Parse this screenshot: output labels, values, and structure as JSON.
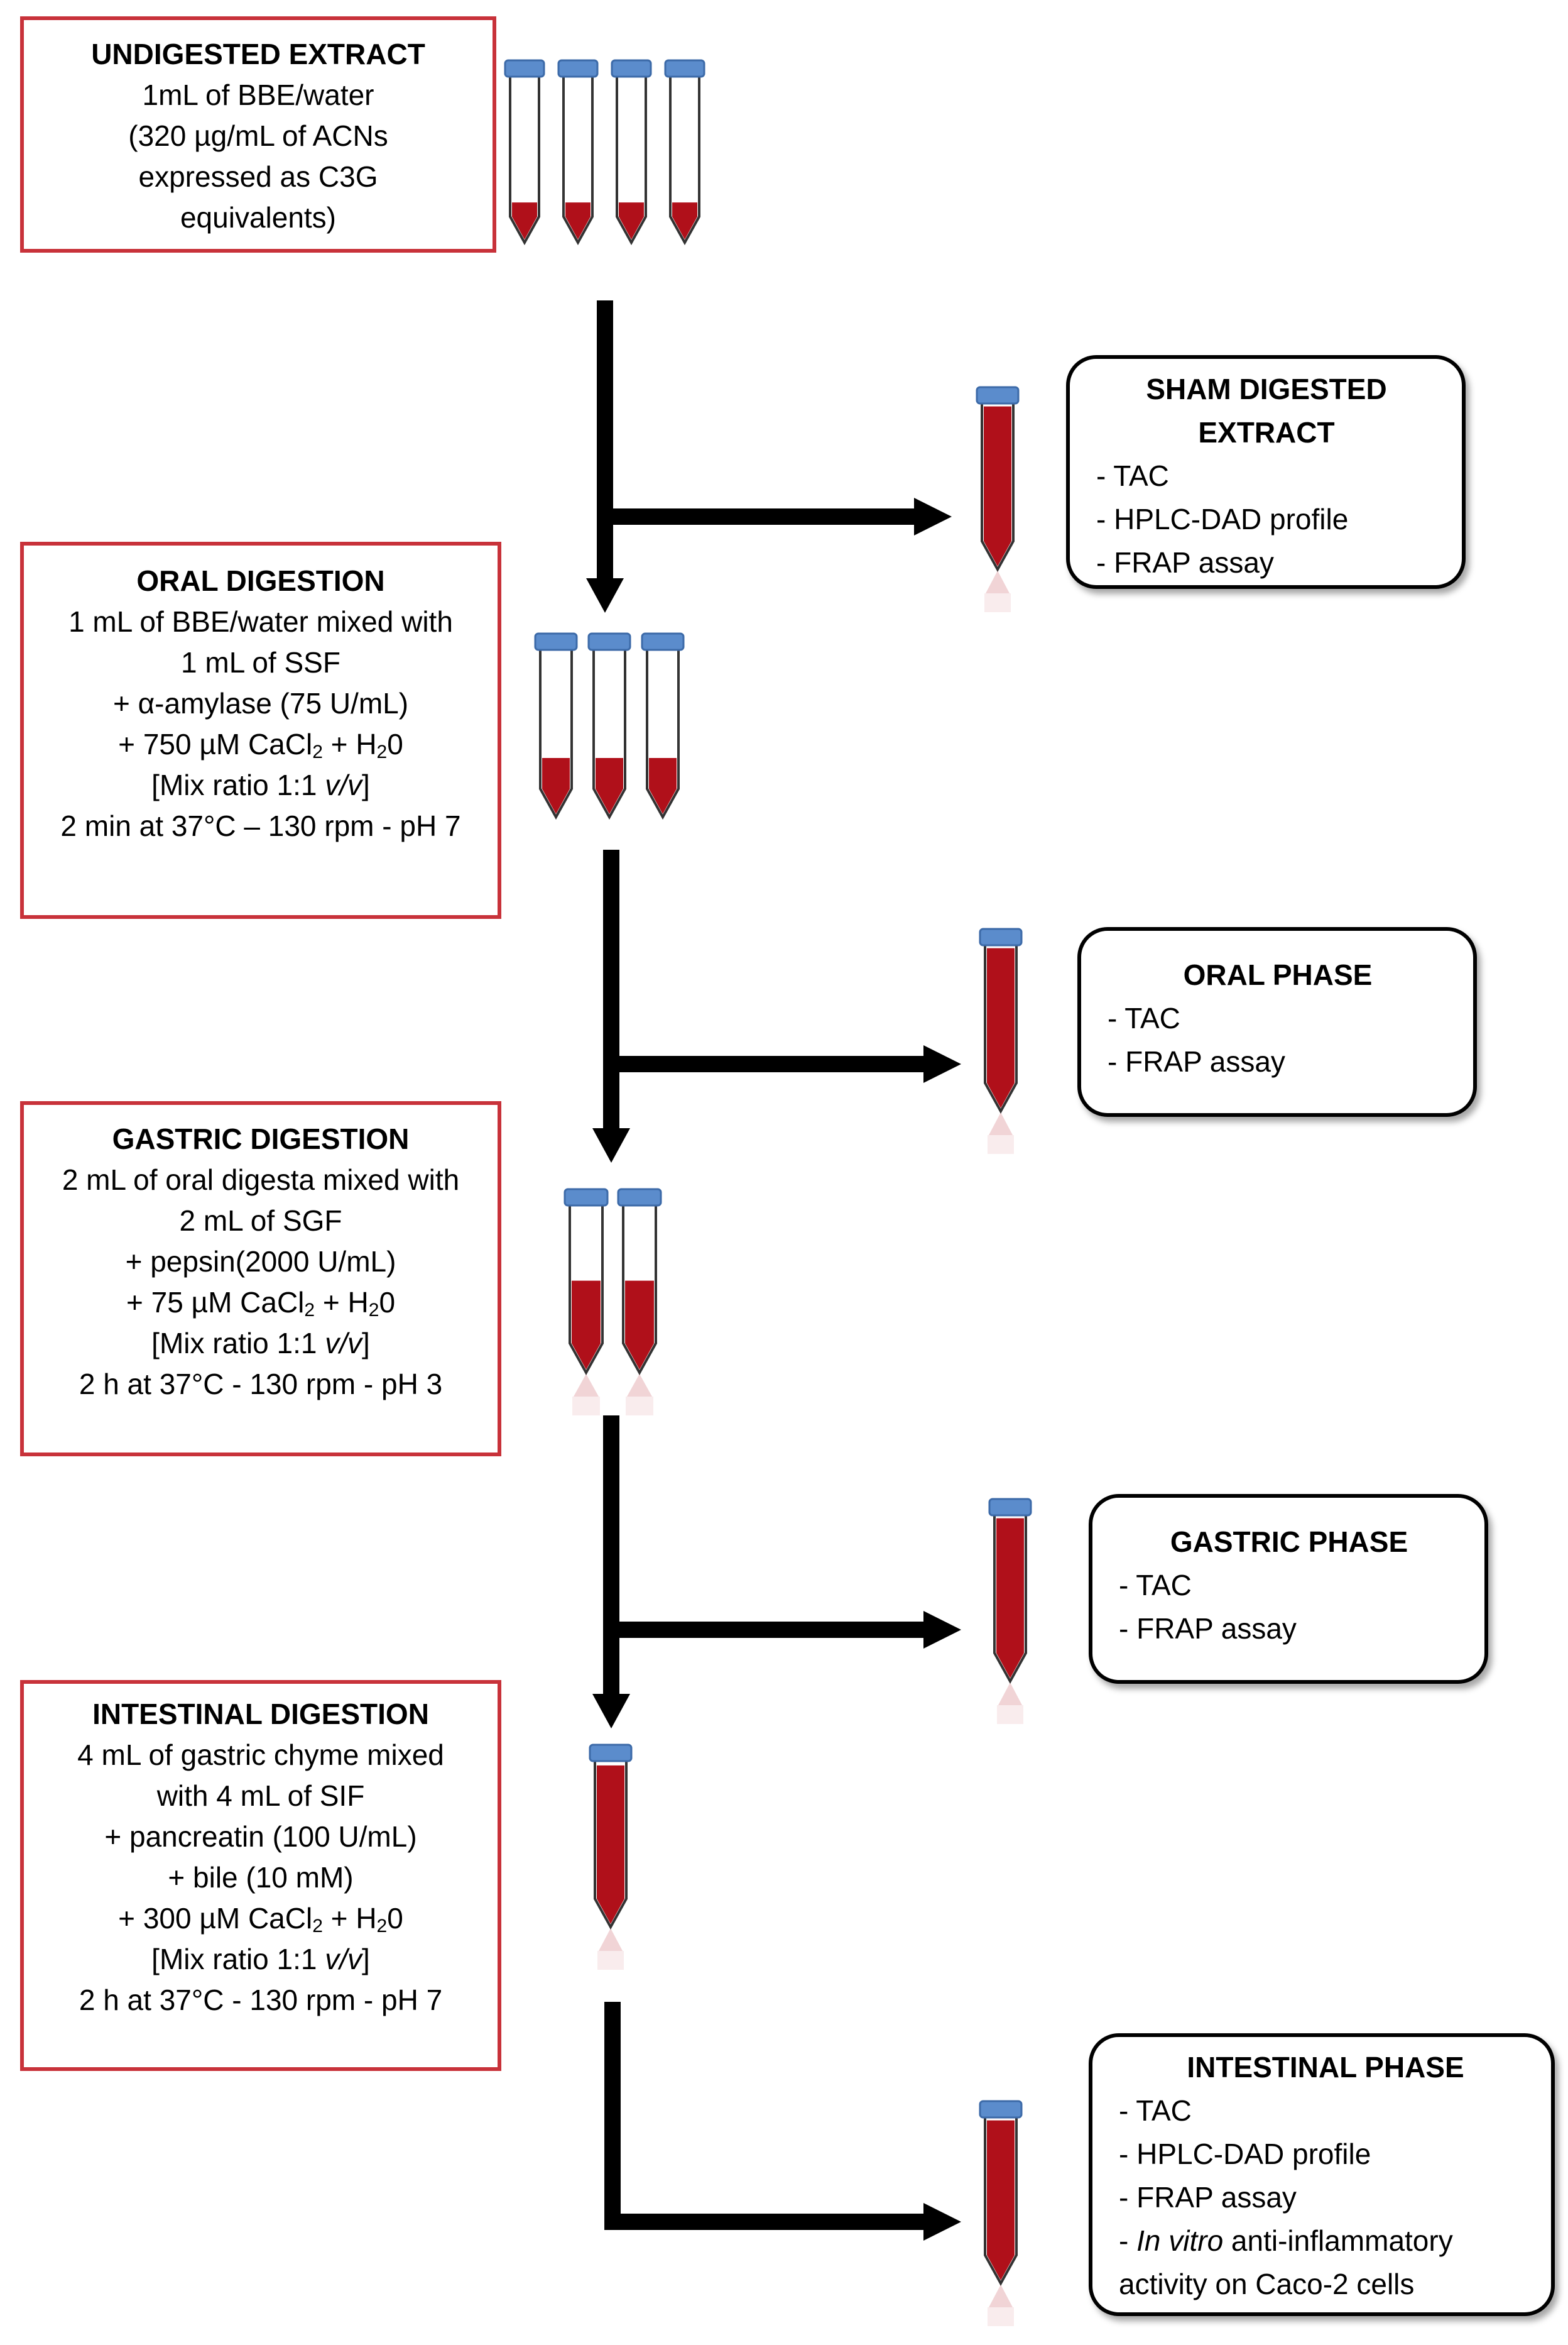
{
  "colors": {
    "step_border": "#c8323a",
    "phase_border": "#000000",
    "tube_fill": "#b0101a",
    "tube_cap": "#5b8ccc",
    "arrow": "#000000"
  },
  "steps": [
    {
      "title": "UNDIGESTED EXTRACT",
      "lines": [
        "1mL of BBE/water",
        "(320 µg/mL of ACNs",
        "expressed as C3G",
        "equivalents)"
      ]
    },
    {
      "title": "ORAL DIGESTION",
      "lines": [
        "1 mL of BBE/water mixed with",
        "1 mL of SSF",
        "+ α-amylase (75 U/mL)"
      ],
      "cacl": {
        "pre": "+  750 µM CaCl",
        "sub1": "2",
        "mid": " + H",
        "sub2": "2",
        "post": "0"
      },
      "mix": {
        "pre": "[Mix ratio 1:1 ",
        "ital": "v/v",
        "post": "]"
      },
      "conditions": "2 min at 37°C – 130 rpm - pH 7"
    },
    {
      "title": "GASTRIC DIGESTION",
      "lines": [
        "2 mL of oral digesta mixed with",
        "2 mL of SGF",
        "+ pepsin(2000 U/mL)"
      ],
      "cacl": {
        "pre": "+  75 µM CaCl",
        "sub1": "2",
        "mid": " + H",
        "sub2": "2",
        "post": "0"
      },
      "mix": {
        "pre": "[Mix ratio 1:1 ",
        "ital": "v/v",
        "post": "]"
      },
      "conditions": "2 h at 37°C - 130 rpm - pH 3"
    },
    {
      "title": "INTESTINAL DIGESTION",
      "lines": [
        "4 mL of gastric chyme mixed",
        "with 4 mL of SIF",
        "+ pancreatin (100 U/mL)",
        "+  bile (10 mM)"
      ],
      "cacl": {
        "pre": "+ 300 µM CaCl",
        "sub1": "2",
        "mid": " + H",
        "sub2": "2",
        "post": "0"
      },
      "mix": {
        "pre": "[Mix ratio 1:1 ",
        "ital": "v/v",
        "post": "]"
      },
      "conditions": "2 h at 37°C - 130 rpm - pH 7"
    }
  ],
  "phases": [
    {
      "title_lines": [
        "SHAM DIGESTED",
        "EXTRACT"
      ],
      "items": [
        "- TAC",
        "- HPLC-DAD profile",
        "- FRAP assay"
      ]
    },
    {
      "title_lines": [
        "ORAL PHASE"
      ],
      "items": [
        "- TAC",
        "- FRAP assay"
      ]
    },
    {
      "title_lines": [
        "GASTRIC PHASE"
      ],
      "items": [
        "- TAC",
        "- FRAP assay"
      ]
    },
    {
      "title_lines": [
        "INTESTINAL PHASE"
      ],
      "items": [
        "- TAC",
        "- HPLC-DAD profile",
        "- FRAP assay"
      ],
      "last_item": {
        "pre": "- ",
        "ital": "In vitro",
        "post": " anti-inflammatory"
      },
      "last_item_cont": "activity on Caco-2 cells"
    }
  ]
}
